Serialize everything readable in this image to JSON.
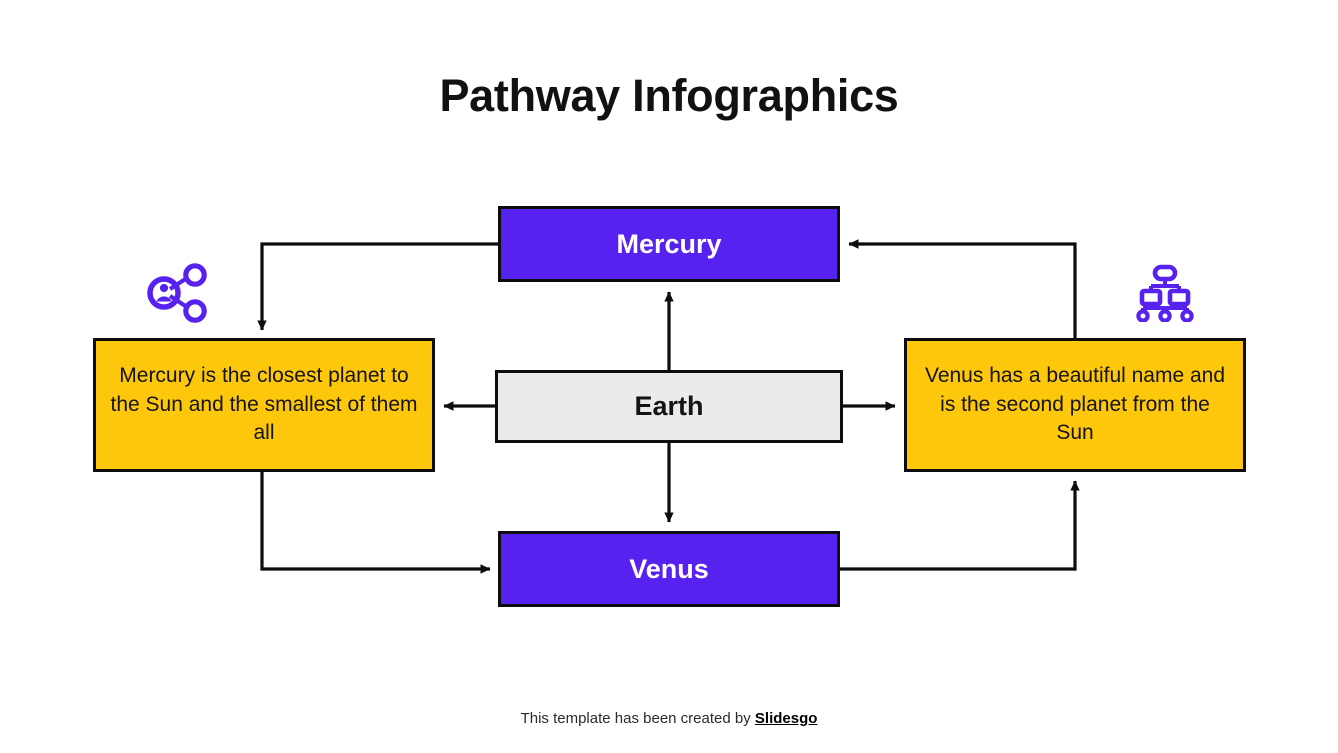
{
  "title": "Pathway Infographics",
  "colors": {
    "purple": "#5722f0",
    "yellow": "#fdc70c",
    "gray": "#ebebeb",
    "outline": "#0d0d0d",
    "icon_purple": "#5722f0",
    "background": "#ffffff"
  },
  "nodes": {
    "mercury": {
      "label": "Mercury"
    },
    "venus": {
      "label": "Venus"
    },
    "earth": {
      "label": "Earth"
    },
    "mercury_desc": {
      "label": "Mercury is the closest planet to the Sun and the smallest of them all"
    },
    "venus_desc": {
      "label": "Venus has a beautiful name and is the second planet from the Sun"
    }
  },
  "icons": {
    "left": "share-network-icon",
    "right": "hierarchy-org-chart-icon"
  },
  "connections": [
    {
      "from": "mercury",
      "to": "mercury_desc",
      "style": "elbow-left-down",
      "arrow": "down"
    },
    {
      "from": "mercury_desc",
      "to": "venus",
      "style": "elbow-down-right",
      "arrow": "right"
    },
    {
      "from": "venus",
      "to": "venus_desc",
      "style": "elbow-right-up",
      "arrow": "up"
    },
    {
      "from": "venus_desc",
      "to": "mercury",
      "style": "elbow-up-left",
      "arrow": "left"
    },
    {
      "from": "earth",
      "to": "mercury",
      "style": "straight-up",
      "arrow": "up"
    },
    {
      "from": "earth",
      "to": "venus",
      "style": "straight-down",
      "arrow": "down"
    },
    {
      "from": "earth",
      "to": "mercury_desc",
      "style": "straight-left",
      "arrow": "left"
    },
    {
      "from": "earth",
      "to": "venus_desc",
      "style": "straight-right",
      "arrow": "right"
    }
  ],
  "footer": {
    "text": "This template has been created by ",
    "brand": "Slidesgo"
  }
}
